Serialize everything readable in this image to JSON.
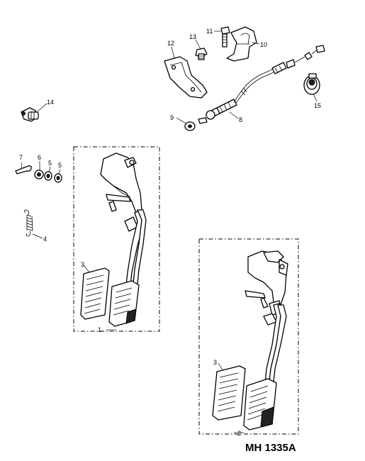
{
  "diagram": {
    "reference": "MH 1335A",
    "callouts": {
      "c1": "1",
      "c2": "2",
      "c3a": "3",
      "c3b": "3",
      "c4": "4",
      "c5a": "5",
      "c5b": "5",
      "c6": "6",
      "c7": "7",
      "c8": "8",
      "c9": "9",
      "c10": "10",
      "c11": "11",
      "c12": "12",
      "c13": "13",
      "c14": "14",
      "c15": "15"
    }
  }
}
